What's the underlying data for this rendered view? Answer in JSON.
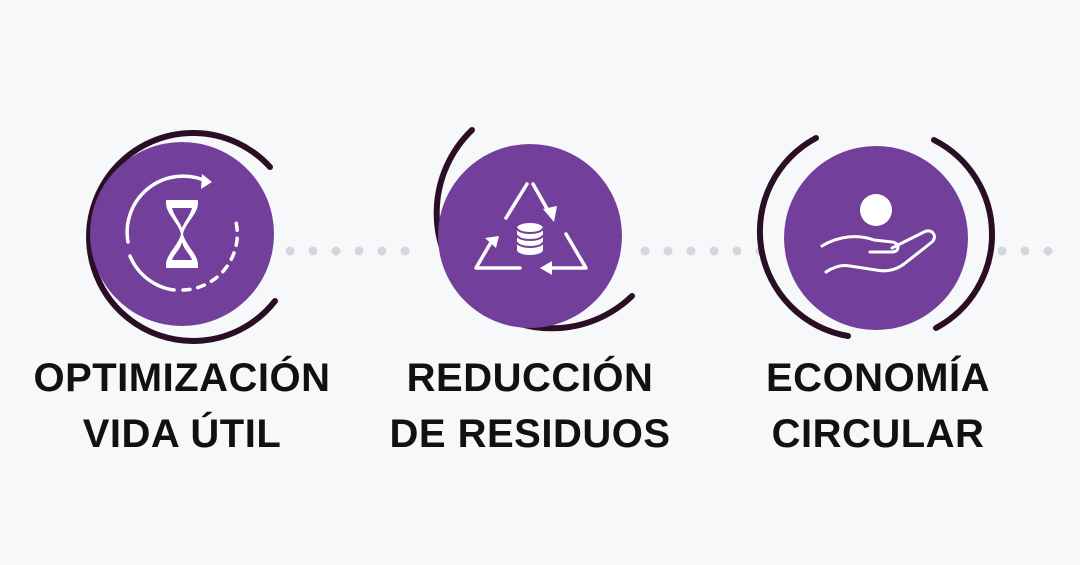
{
  "colors": {
    "background": "#f7f8fa",
    "accent": "#72409a",
    "ring": "#2a0f24",
    "text": "#111111",
    "connector": "#d4d6dc",
    "icon": "#ffffff"
  },
  "steps": [
    {
      "icon": "hourglass-cycle-icon",
      "line1": "OPTIMIZACIÓN",
      "line2": "VIDA ÚTIL"
    },
    {
      "icon": "recycle-coins-icon",
      "line1": "REDUCCIÓN",
      "line2": "DE RESIDUOS"
    },
    {
      "icon": "hand-coin-icon",
      "line1": "ECONOMÍA",
      "line2": "CIRCULAR"
    }
  ]
}
